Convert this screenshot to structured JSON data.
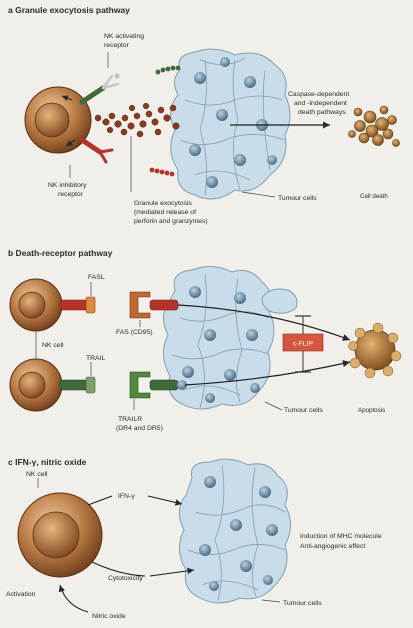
{
  "panel_a": {
    "title": "a  Granule exocytosis pathway",
    "nk_activating_receptor": [
      "NK activating",
      "receptor"
    ],
    "nk_inhibitory_receptor": [
      "NK inhibitory",
      "receptor"
    ],
    "caspase": [
      "Caspase-dependent",
      "and -independent",
      "death pathways"
    ],
    "granule_exocytosis": [
      "Granule exocytosis",
      "(mediated release of",
      "perforin and granzymes)"
    ],
    "tumour_cells": "Tumour cells",
    "cell_death": "Cell death"
  },
  "panel_b": {
    "title": "b  Death-receptor pathway",
    "fasl": "FASL",
    "fas": "FAS (CD95)",
    "nk_cell": "NK cell",
    "trail": "TRAIL",
    "trailr": [
      "TRAILR",
      "(DR4 and DR5)"
    ],
    "cflip": "c-FLIP",
    "tumour_cells": "Tumour cells",
    "apoptosis": "Apoptosis"
  },
  "panel_c": {
    "title": "c  IFN-γ, nitric oxide",
    "nk_cell": "NK cell",
    "ifn": "IFN-γ",
    "cytotoxicity": "Cytotoxicity",
    "activation": "Activation",
    "nitric_oxide": "Nitric oxide",
    "induction": [
      "Induction of MHC molecule",
      "Anti-angiogenic effect"
    ],
    "tumour_cells": "Tumour cells"
  },
  "colors": {
    "nk_cell": "#a86a3a",
    "tumour_cell": "#c9dde8",
    "granule": "#8a3a1f",
    "receptor_green": "#3d6b3a",
    "receptor_red": "#b8322a",
    "fas_receptor": "#c0692f",
    "cflip_box": "#d6553c"
  }
}
